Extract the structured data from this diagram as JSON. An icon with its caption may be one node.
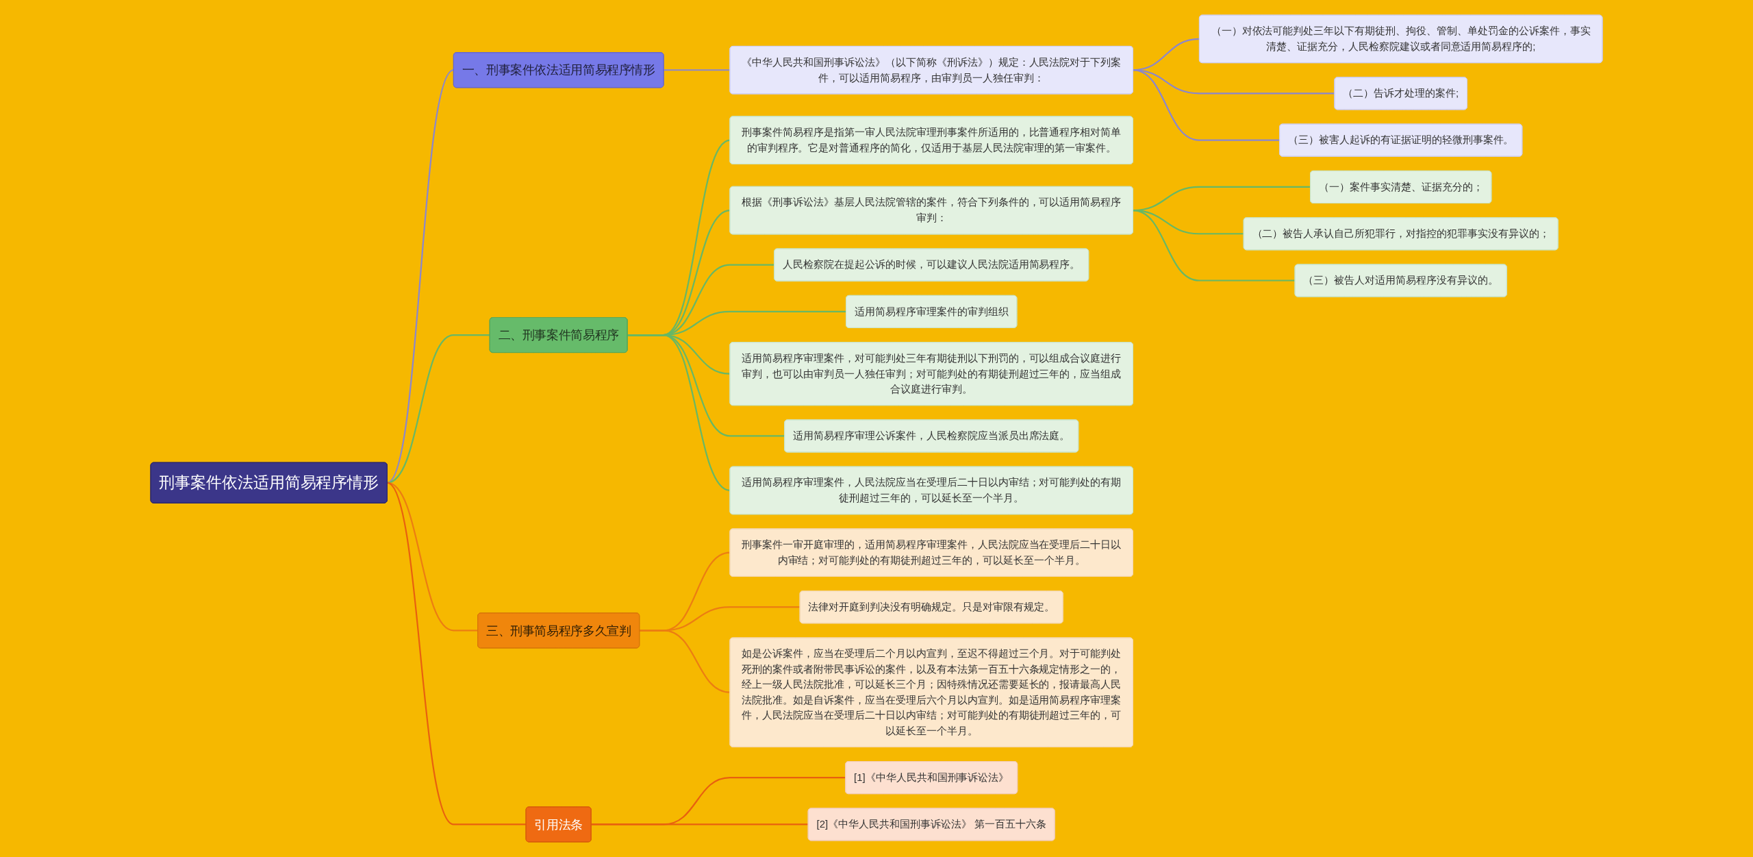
{
  "diagram": {
    "nodes": [
      {
        "text": [
          "刑事案件依法适用简易程序情形"
        ]
      },
      {
        "text": [
          "一、刑事案件依法适用简易程序情形"
        ]
      },
      {
        "text": [
          "《中华人民共和国刑事诉讼法》（以下简称《刑诉法》）规定：人民法院对于下列案件，可以适用简易程序，由审判员一人独任审判："
        ]
      },
      {
        "text": [
          "（一）对依法可能判处三年以下有期徒刑、拘役、管制、单处罚金的公诉案件，事实清楚、证据充分，人民检察院建议或者同意适用简易程序的;"
        ]
      },
      {
        "text": [
          "（二）告诉才处理的案件;"
        ]
      },
      {
        "text": [
          "（三）被害人起诉的有证据证明的轻微刑事案件。"
        ]
      },
      {
        "text": [
          "二、刑事案件简易程序"
        ]
      },
      {
        "text": [
          "刑事案件简易程序是指第一审人民法院审理刑事案件所适用的，比普通程序相对简单的审判程序。它是对普通程序的简化，仅适用于基层人民法院审理的第一审案件。"
        ]
      },
      {
        "text": [
          "根据《刑事诉讼法》基层人民法院管辖的案件，符合下列条件的，可以适用简易程序审判："
        ]
      },
      {
        "text": [
          "（一）案件事实清楚、证据充分的；"
        ]
      },
      {
        "text": [
          "（二）被告人承认自己所犯罪行，对指控的犯罪事实没有异议的；"
        ]
      },
      {
        "text": [
          "（三）被告人对适用简易程序没有异议的。"
        ]
      },
      {
        "text": [
          "人民检察院在提起公诉的时候，可以建议人民法院适用简易程序。"
        ]
      },
      {
        "text": [
          "适用简易程序审理案件的审判组织"
        ]
      },
      {
        "text": [
          "适用简易程序审理案件，对可能判处三年有期徒刑以下刑罚的，可以组成合议庭进行审判，也可以由审判员一人独任审判；对可能判处的有期徒刑超过三年的，应当组成合议庭进行审判。"
        ]
      },
      {
        "text": [
          "适用简易程序审理公诉案件，人民检察院应当派员出席法庭。"
        ]
      },
      {
        "text": [
          "适用简易程序审理案件，人民法院应当在受理后二十日以内审结；对可能判处的有期徒刑超过三年的，可以延长至一个半月。"
        ]
      },
      {
        "text": [
          "三、刑事简易程序多久宣判"
        ]
      },
      {
        "text": [
          "刑事案件一审开庭审理的，适用简易程序审理案件，人民法院应当在受理后二十日以内审结；对可能判处的有期徒刑超过三年的，可以延长至一个半月。"
        ]
      },
      {
        "text": [
          "法律对开庭到判决没有明确规定。只是对审限有规定。"
        ]
      },
      {
        "text": [
          "如是公诉案件，应当在受理后二个月以内宣判，至迟不得超过三个月。对于可能判处死刑的案件或者附带民事诉讼的案件，以及有本法第一百五十六条规定情形之一的，经上一级人民法院批准，可以延长三个月；因特殊情况还需要延长的，报请最高人民法院批准。如是自诉案件，应当在受理后六个月以内宣判。如是适用简易程序审理案件，人民法院应当在受理后二十日以内审结；对可能判处的有期徒刑超过三年的，可以延长至一个半月。"
        ]
      },
      {
        "text": [
          "引用法条"
        ]
      },
      {
        "text": [
          "[1]《中华人民共和国刑事诉讼法》"
        ]
      },
      {
        "text": [
          "[2]《中华人民共和国刑事诉讼法》 第一百五十六条"
        ]
      }
    ],
    "edges": [
      {
        "from": 0,
        "to": 1,
        "arrow": "none",
        "color": "#8a86cf"
      },
      {
        "from": 1,
        "to": 2,
        "arrow": "none",
        "color": "#8a86cf"
      },
      {
        "from": 2,
        "to": 3,
        "arrow": "none",
        "color": "#8a86cf"
      },
      {
        "from": 2,
        "to": 4,
        "arrow": "none",
        "color": "#8a86cf"
      },
      {
        "from": 2,
        "to": 5,
        "arrow": "none",
        "color": "#8a86cf"
      },
      {
        "from": 0,
        "to": 6,
        "arrow": "none"
      },
      {
        "from": 6,
        "to": 7,
        "arrow": "none"
      },
      {
        "from": 6,
        "to": 8,
        "arrow": "none"
      },
      {
        "from": 8,
        "to": 9,
        "arrow": "none"
      },
      {
        "from": 8,
        "to": 10,
        "arrow": "none"
      },
      {
        "from": 8,
        "to": 11,
        "arrow": "none"
      },
      {
        "from": 6,
        "to": 12,
        "arrow": "none"
      },
      {
        "from": 6,
        "to": 13,
        "arrow": "none"
      },
      {
        "from": 6,
        "to": 14,
        "arrow": "none"
      },
      {
        "from": 6,
        "to": 15,
        "arrow": "none"
      },
      {
        "from": 6,
        "to": 16,
        "arrow": "none"
      },
      {
        "from": 0,
        "to": 17,
        "arrow": "none",
        "color": "#ec7d12"
      },
      {
        "from": 17,
        "to": 18,
        "arrow": "none",
        "color": "#ec7d12"
      },
      {
        "from": 17,
        "to": 19,
        "arrow": "none",
        "color": "#ec7d12"
      },
      {
        "from": 17,
        "to": 20,
        "arrow": "none",
        "color": "#ec7d12"
      },
      {
        "from": 0,
        "to": 21,
        "arrow": "none",
        "color": "#e8600f"
      },
      {
        "from": 21,
        "to": 22,
        "arrow": "none",
        "color": "#e8600f"
      },
      {
        "from": 21,
        "to": 23,
        "arrow": "none",
        "color": "#e8600f"
      }
    ]
  }
}
